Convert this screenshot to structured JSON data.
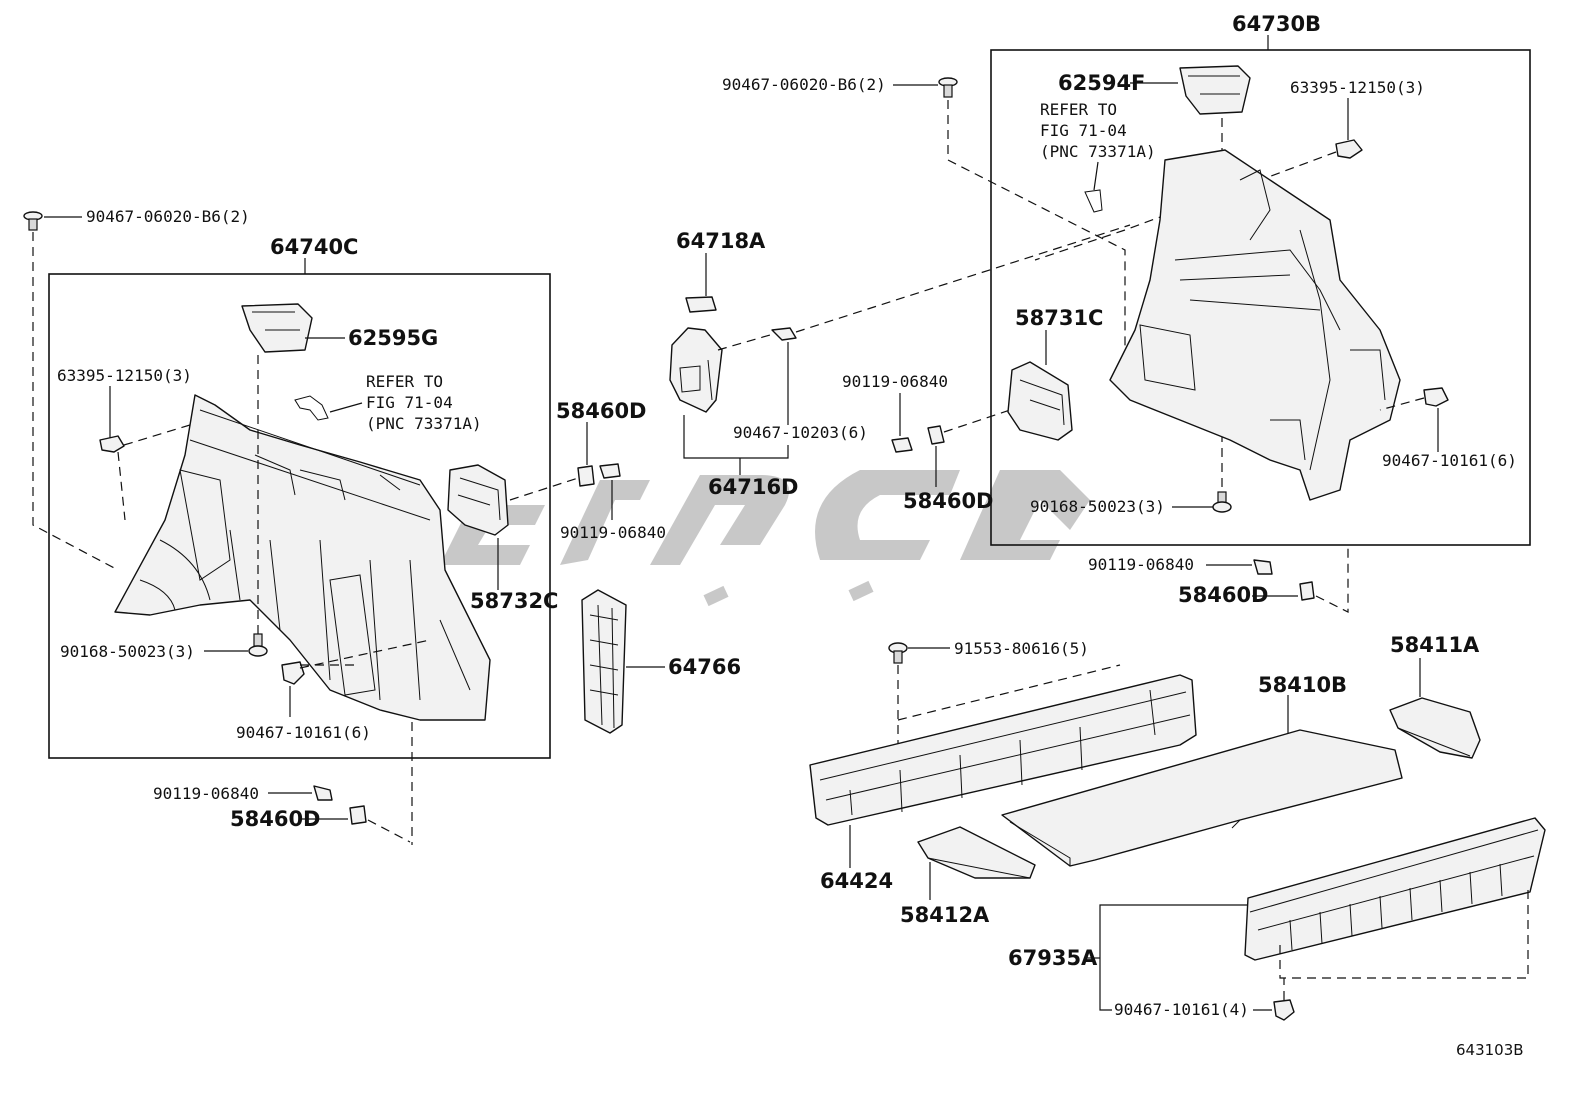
{
  "figure_code": "643103B",
  "watermark": {
    "color": "#9a9a9a"
  },
  "assemblies": {
    "left": {
      "label": "64740C"
    },
    "right": {
      "label": "64730B"
    }
  },
  "left_refer_note": [
    "REFER TO",
    "FIG 71-04",
    "(PNC 73371A)"
  ],
  "right_refer_note": [
    "REFER TO",
    "FIG 71-04",
    "(PNC 73371A)"
  ],
  "parts": {
    "lt_clip_top": "90467-06020-B6(2)",
    "lt_62595G": "62595G",
    "lt_63395": "63395-12150(3)",
    "lt_90168": "90168-50023(3)",
    "lt_90467_10161": "90467-10161(6)",
    "lt_90119": "90119-06840",
    "lt_58460D": "58460D",
    "mid_58460D": "58460D",
    "mid_90119": "90119-06840",
    "mid_58732C": "58732C",
    "mid_64766": "64766",
    "mid_64718A": "64718A",
    "mid_90467_10203": "90467-10203(6)",
    "mid_64716D": "64716D",
    "c_90119": "90119-06840",
    "c_58460D": "58460D",
    "rt_clip_top": "90467-06020-B6(2)",
    "rt_62594F": "62594F",
    "rt_63395": "63395-12150(3)",
    "rt_58731C": "58731C",
    "rt_90467_10161": "90467-10161(6)",
    "rt_90168": "90168-50023(3)",
    "rt_90119": "90119-06840",
    "rt_58460D": "58460D",
    "f_91553": "91553-80616(5)",
    "f_58411A": "58411A",
    "f_58410B": "58410B",
    "f_64424": "64424",
    "f_58412A": "58412A",
    "f_67935A": "67935A",
    "f_90467_10161": "90467-10161(4)"
  }
}
